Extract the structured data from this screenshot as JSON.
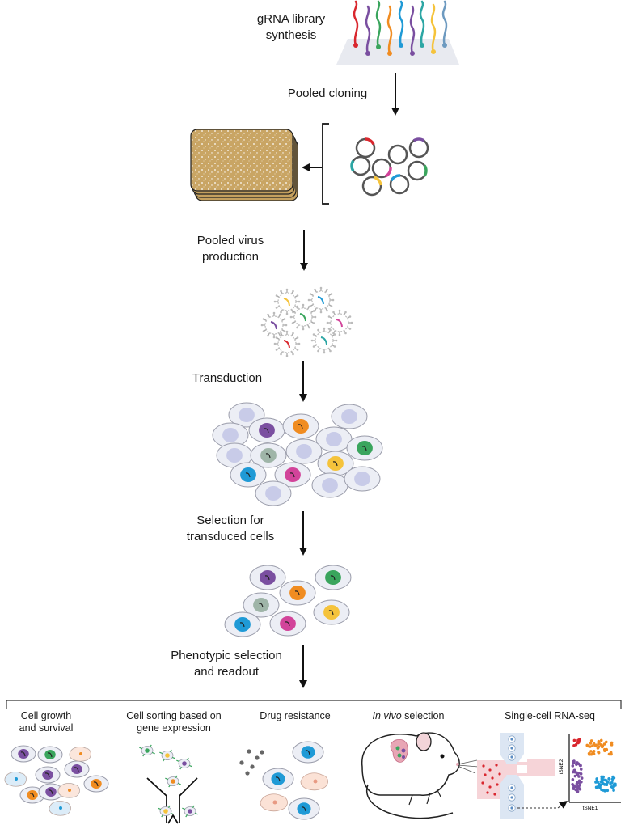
{
  "steps": {
    "library": [
      "gRNA library",
      "synthesis"
    ],
    "cloning": "Pooled cloning",
    "virus": [
      "Pooled virus",
      "production"
    ],
    "transduction": "Transduction",
    "selection": [
      "Selection for",
      "transduced cells"
    ],
    "phenotypic": [
      "Phenotypic selection",
      "and readout"
    ]
  },
  "readouts": {
    "growth": [
      "Cell growth",
      "and survival"
    ],
    "sorting": [
      "Cell sorting based on",
      "gene expression"
    ],
    "drug": "Drug resistance",
    "invivo_italic": "In vivo",
    "invivo_rest": " selection",
    "singlecell": "Single-cell RNA-seq"
  },
  "tsne": {
    "xlabel": "tSNE1",
    "ylabel": "tSNE2"
  },
  "colors": {
    "red": "#d9272e",
    "purple": "#7a4fa0",
    "green": "#3aa55d",
    "orange": "#f08c21",
    "blue": "#1f9ad6",
    "teal": "#2ca6a4",
    "pink": "#d2449a",
    "yellow": "#f5c33b",
    "gray": "#6d6e71"
  }
}
